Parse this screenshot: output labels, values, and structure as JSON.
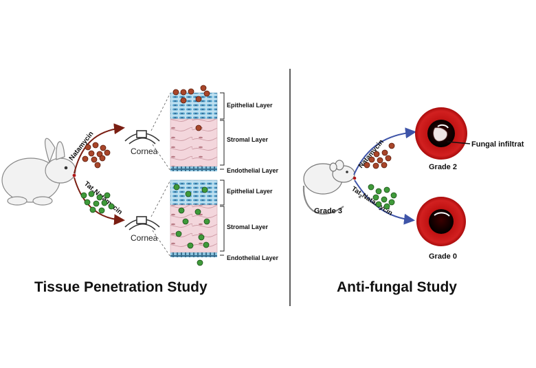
{
  "left_panel": {
    "title": "Tissue Penetration Study",
    "drug_top": "Natamycin",
    "drug_bottom": {
      "prefix": "Tat",
      "sub": "2",
      "suffix": "Natamycin"
    },
    "cornea_label": "Cornea",
    "layers_top": [
      "Epithelial Layer",
      "Stromal Layer",
      "Endothelial Layer"
    ],
    "layers_bottom": [
      "Epithelial Layer",
      "Stromal Layer",
      "Endothelial Layer"
    ]
  },
  "right_panel": {
    "title": "Anti-fungal Study",
    "drug_top": "Natamycin",
    "drug_bottom": {
      "prefix": "Tat",
      "sub": "2",
      "suffix": "Natamycin"
    },
    "start_grade": "Grade 3",
    "grade_top": "Grade 2",
    "grade_bottom": "Grade 0",
    "infiltrate_label": "Fungal infiltrat"
  },
  "colors": {
    "natamycin": "#a8462a",
    "tat_natamycin": "#3f9a3a",
    "arrow_left": "#7a1e12",
    "arrow_right": "#3e54a8",
    "eye": "#c41818",
    "divider": "#333333"
  },
  "icons": [
    "rabbit-icon",
    "mouse-icon",
    "cornea-icon",
    "eye-icon"
  ]
}
